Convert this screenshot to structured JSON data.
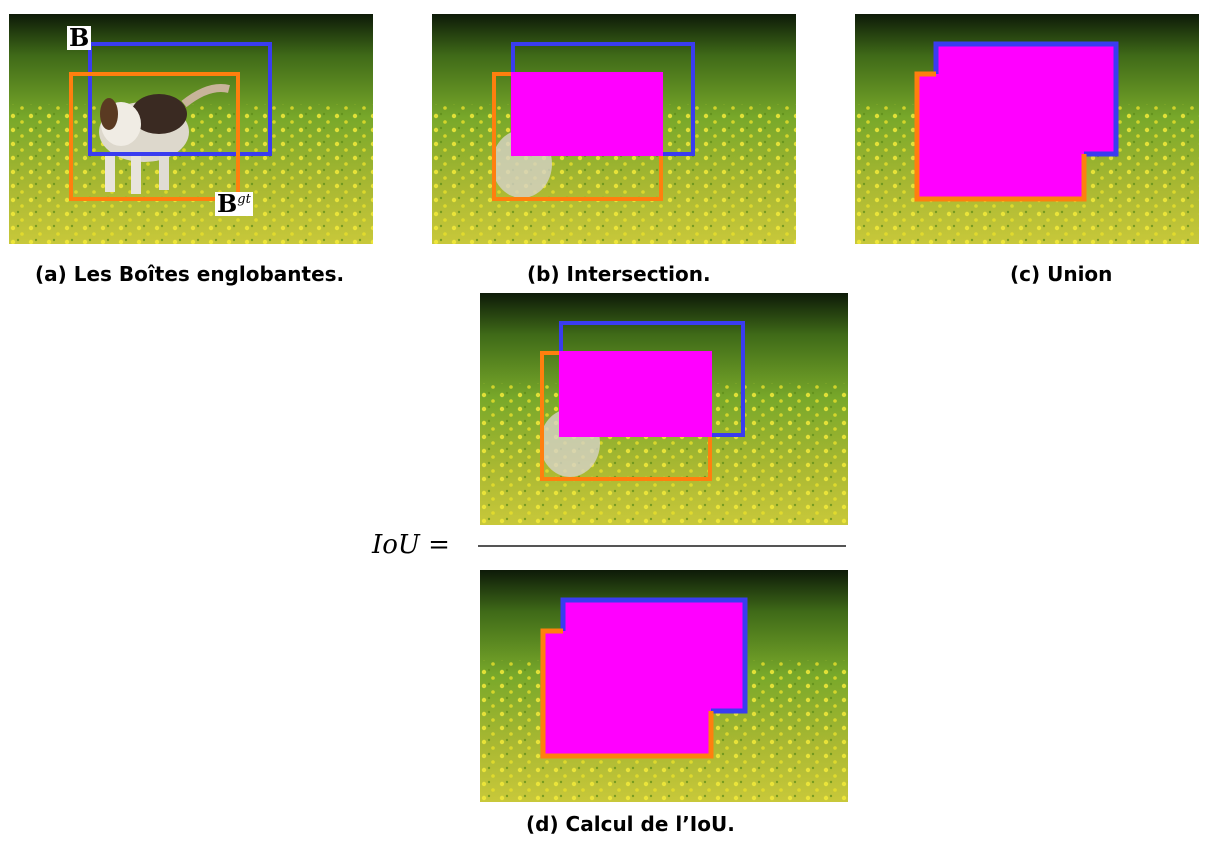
{
  "captions": {
    "a": "(a) Les Boîtes englobantes.",
    "b": "(b) Intersection.",
    "c": "(c) Union",
    "d": "(d) Calcul de l’IoU."
  },
  "labels": {
    "pred_box": "B",
    "gt_box": "B",
    "gt_sup": "gt"
  },
  "formula": {
    "lhs": "IoU",
    "equals": "="
  },
  "colors": {
    "pred_box": "#3a3cf0",
    "gt_box": "#ff7f0e",
    "overlap_fill": "#ff00ff"
  }
}
